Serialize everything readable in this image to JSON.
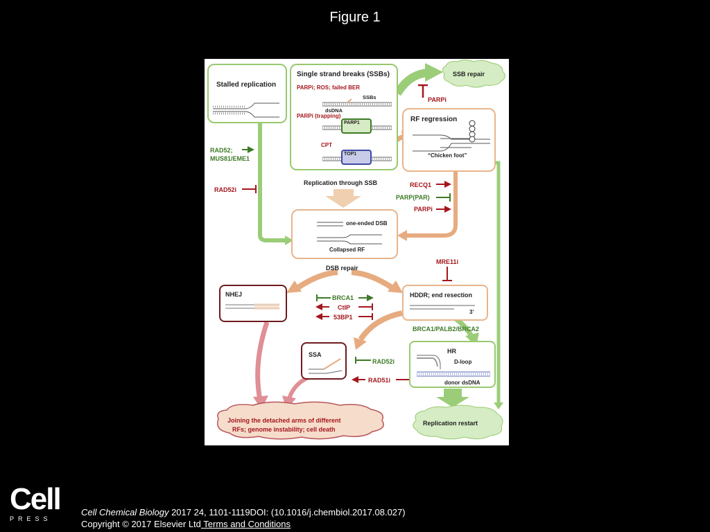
{
  "slide_title": "Figure 1",
  "diagram": {
    "boxes": {
      "stalled": "Stalled replication",
      "ssb": "Single strand breaks (SSBs)",
      "ssb_repair": "SSB repair",
      "rf_regression": "RF regression",
      "chicken_foot": "“Chicken foot”",
      "collapsed_one_ended": "one-ended DSB",
      "collapsed_rf": "Collapsed RF",
      "nhej": "NHEJ",
      "hddr": "HDDR; end resection",
      "hddr_3prime": "3’",
      "ssa": "SSA",
      "hr": "HR",
      "hr_dloop": "D-loop",
      "hr_donor": "donor dsDNA",
      "death": [
        "Joining the detached arms of different",
        "RFs; genome instability; cell death"
      ],
      "restart": "Replication restart"
    },
    "ssb_inner": {
      "causes": "PARPi; ROS; failed BER",
      "ssbs": "SSBs",
      "dsdna": "dsDNA",
      "trapping": "PARPi (trapping)",
      "parp1": "PARP1",
      "cpt": "CPT",
      "top1": "TOP1"
    },
    "labels": {
      "parpi_top": "PARPi",
      "rad52_a": "RAD52;",
      "rad52_b": "MUS81/EME1",
      "rad52i_left": "RAD52i",
      "rep_through_ssb": "Replication through SSB",
      "recq1": "RECQ1",
      "parp_par": "PARP(PAR)",
      "parpi_mid": "PARPi",
      "dsb_repair": "DSB repair",
      "mre11i": "MRE11i",
      "brca1": "BRCA1",
      "ctip": "CtIP",
      "bp53": "53BP1",
      "brca_palb": "BRCA1/PALB2/BRCA2",
      "rad52i_ssa": "RAD52i",
      "rad51i": "RAD51i"
    },
    "colors": {
      "green_box": "#97c96f",
      "orange_box": "#e8b48a",
      "maroon_box": "#6e1a1e",
      "green_text": "#3d7a26",
      "red_text": "#a4161c",
      "orange_arrow": "#e6ab7f",
      "green_arrow": "#9bcd78",
      "pink_arrow": "#df8f95",
      "death_fill": "#f6dccb",
      "restart_fill": "#d5ecc4"
    }
  },
  "footer": {
    "logo_word": "Cell",
    "logo_press": "PRESS",
    "journal": "Cell Chemical Biology",
    "citation": " 2017 24, 1101-1119DOI: (10.1016/j.chembiol.2017.08.027)",
    "copyright": "Copyright © 2017 Elsevier Ltd",
    "terms_link": " Terms and Conditions"
  }
}
